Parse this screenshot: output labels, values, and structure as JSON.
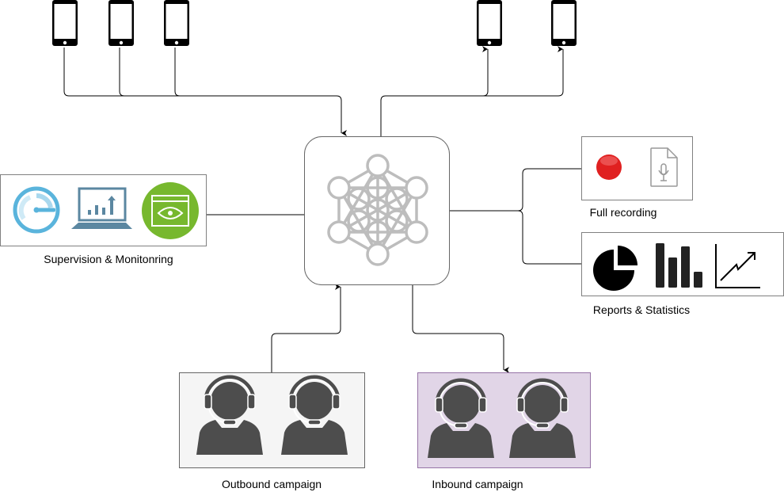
{
  "nodes": {
    "supervision": {
      "label": "Supervision & Monitonring",
      "icons": [
        "speedometer-icon",
        "laptop-chart-icon",
        "eye-window-icon"
      ]
    },
    "recording": {
      "label": "Full recording",
      "icons": [
        "record-button-icon",
        "audio-file-icon"
      ]
    },
    "reports": {
      "label": "Reports & Statistics",
      "icons": [
        "pie-chart-icon",
        "bar-chart-icon",
        "line-chart-icon"
      ]
    },
    "outbound": {
      "label": "Outbound campaign",
      "icons": [
        "agent-headset-icon",
        "agent-headset-icon"
      ]
    },
    "inbound": {
      "label": "Inbound campaign",
      "icons": [
        "agent-headset-icon",
        "agent-headset-icon"
      ]
    },
    "hub": {
      "icon": "metatrons-cube-icon"
    },
    "phones": {
      "incoming_count": 3,
      "outgoing_count": 2
    }
  },
  "colors": {
    "inbound_fill": "#e1d5e7",
    "inbound_border": "#9673a6",
    "outbound_fill": "#f5f5f5",
    "speedometer": "#5ab4dc",
    "laptop": "#5b87a1",
    "eye_bg": "#77b82e",
    "record": "#e02020",
    "agent": "#4d4d4d",
    "hub_icon": "#bdbdbd"
  }
}
